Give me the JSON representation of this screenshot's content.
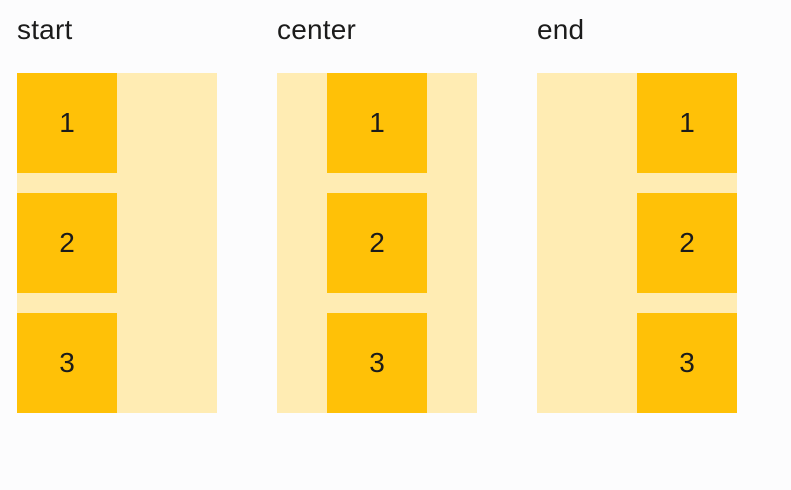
{
  "colors": {
    "page_bg": "#fcfcfd",
    "text": "#1b1b1b",
    "container": "#ffecb3",
    "item": "#ffc107"
  },
  "demos": [
    {
      "label": "start",
      "align_items": "start",
      "items": [
        "1",
        "2",
        "3"
      ]
    },
    {
      "label": "center",
      "align_items": "center",
      "items": [
        "1",
        "2",
        "3"
      ]
    },
    {
      "label": "end",
      "align_items": "end",
      "items": [
        "1",
        "2",
        "3"
      ]
    }
  ]
}
